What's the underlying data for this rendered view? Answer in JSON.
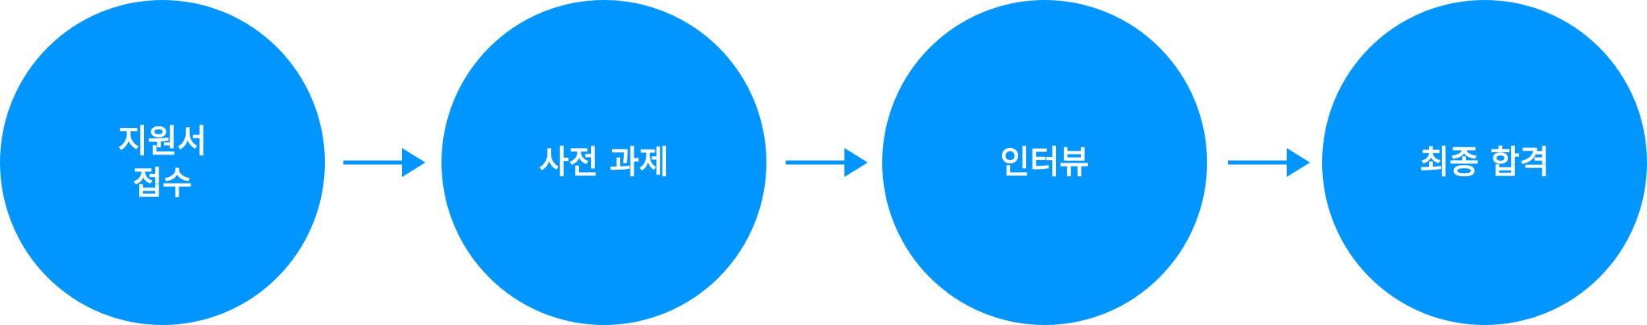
{
  "steps": [
    {
      "line1": "지원서",
      "line2": "접수"
    },
    {
      "line1": "사전 과제",
      "line2": ""
    },
    {
      "line1": "인터뷰",
      "line2": ""
    },
    {
      "line1": "최종 합격",
      "line2": ""
    }
  ],
  "colors": {
    "circle": "#0095ff",
    "arrow": "#0095ff",
    "text": "#ffffff"
  },
  "icons": [
    "arrow-right-icon"
  ]
}
